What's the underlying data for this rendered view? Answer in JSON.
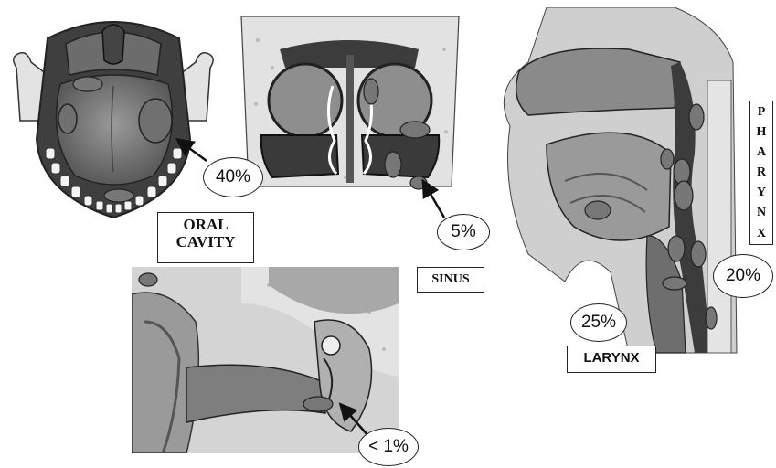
{
  "labels": {
    "oral_cavity_line1": "ORAL",
    "oral_cavity_line2": "CAVITY",
    "sinus": "SINUS",
    "larynx": "LARYNX",
    "pharynx_letters": [
      "P",
      "H",
      "A",
      "R",
      "Y",
      "N",
      "X"
    ]
  },
  "percentages": {
    "oral_cavity": "40%",
    "sinus": "5%",
    "pharynx": "20%",
    "larynx": "25%",
    "ear": "< 1%"
  },
  "colors": {
    "tissue_dark": "#4a4a4a",
    "tissue_mid": "#8a8a8a",
    "tissue_light": "#bdbdbd",
    "bone": "#e6e6e6",
    "outline": "#222222"
  }
}
